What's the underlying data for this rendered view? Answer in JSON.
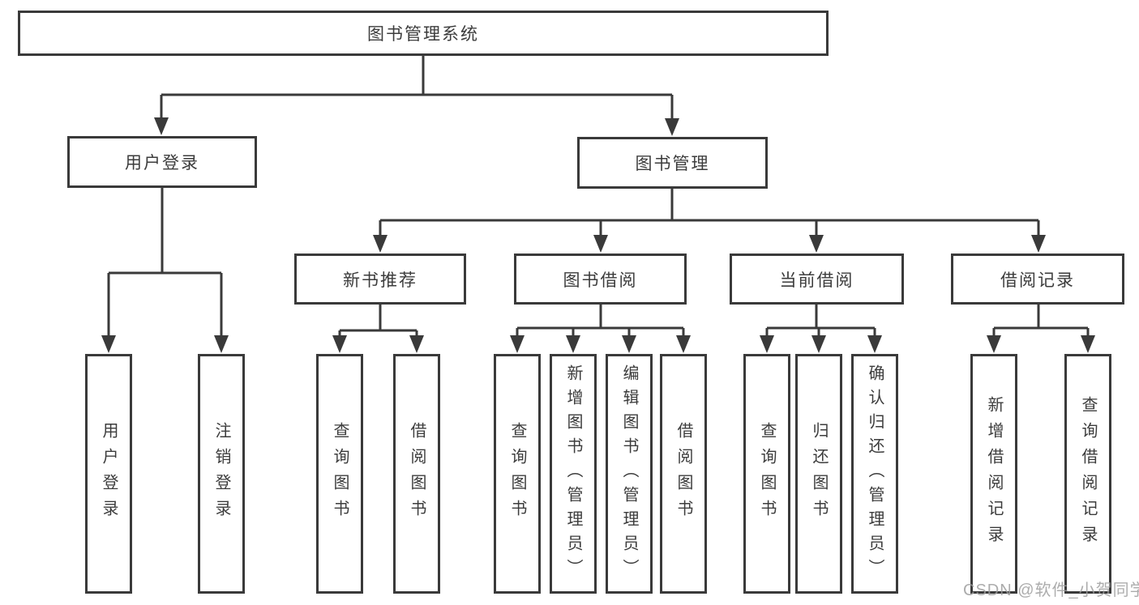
{
  "diagram": {
    "root": {
      "label": "图书管理系统"
    },
    "branches": [
      {
        "label": "用户登录",
        "leaves": [
          {
            "label": "用户登录"
          },
          {
            "label": "注销登录"
          }
        ]
      },
      {
        "label": "图书管理",
        "sections": [
          {
            "label": "新书推荐",
            "leaves": [
              {
                "label": "查询图书"
              },
              {
                "label": "借阅图书"
              }
            ]
          },
          {
            "label": "图书借阅",
            "leaves": [
              {
                "label": "查询图书"
              },
              {
                "label": "新增图书（管理员）"
              },
              {
                "label": "编辑图书（管理员）"
              },
              {
                "label": "借阅图书"
              }
            ]
          },
          {
            "label": "当前借阅",
            "leaves": [
              {
                "label": "查询图书"
              },
              {
                "label": "归还图书"
              },
              {
                "label": "确认归还（管理员）"
              }
            ]
          },
          {
            "label": "借阅记录",
            "leaves": [
              {
                "label": "新增借阅记录"
              },
              {
                "label": "查询借阅记录"
              }
            ]
          }
        ]
      }
    ]
  },
  "watermark": {
    "text": "CSDN @软件_小贺同学"
  },
  "colors": {
    "line": "#3a3a3a",
    "box_border": "#3a3a3a",
    "text": "#3c3c3c",
    "watermark": "#9e9e9e",
    "background": "#ffffff"
  }
}
